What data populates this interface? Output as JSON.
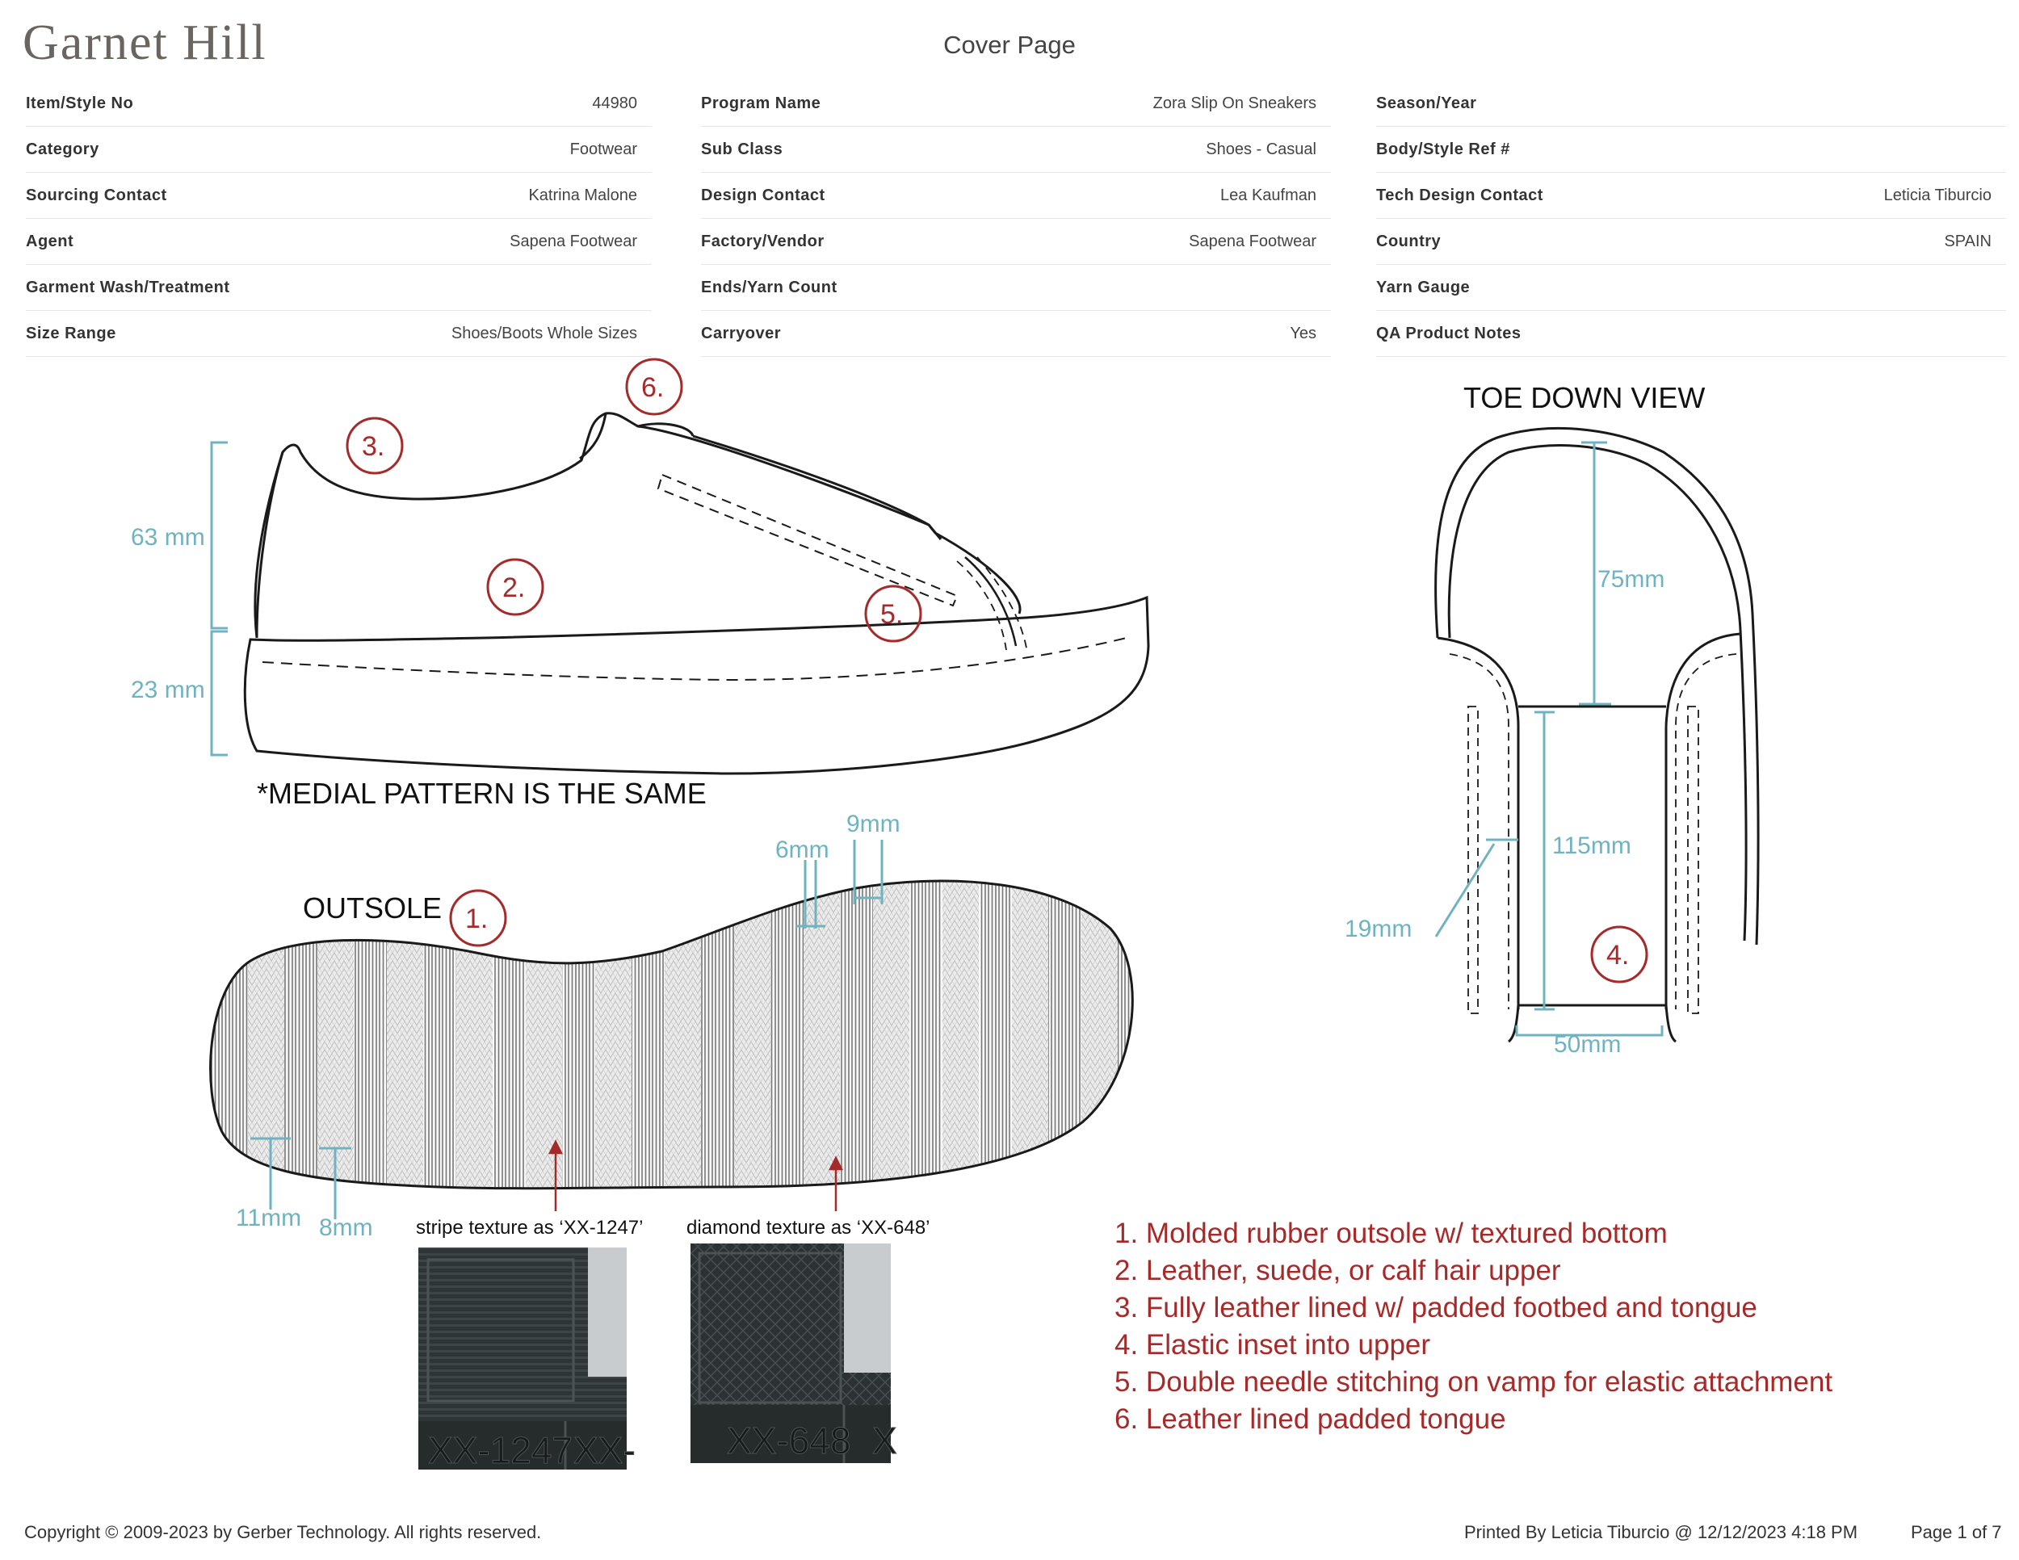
{
  "header": {
    "brand": "Garnet Hill",
    "title": "Cover Page"
  },
  "info": {
    "col1": [
      {
        "label": "Item/Style No",
        "value": "44980"
      },
      {
        "label": "Category",
        "value": "Footwear"
      },
      {
        "label": "Sourcing Contact",
        "value": "Katrina Malone"
      },
      {
        "label": "Agent",
        "value": "Sapena Footwear"
      },
      {
        "label": "Garment Wash/Treatment",
        "value": ""
      },
      {
        "label": "Size Range",
        "value": "Shoes/Boots Whole Sizes"
      }
    ],
    "col2": [
      {
        "label": "Program Name",
        "value": "Zora Slip On Sneakers"
      },
      {
        "label": "Sub Class",
        "value": "Shoes - Casual"
      },
      {
        "label": "Design Contact",
        "value": "Lea Kaufman"
      },
      {
        "label": "Factory/Vendor",
        "value": "Sapena Footwear"
      },
      {
        "label": "Ends/Yarn Count",
        "value": ""
      },
      {
        "label": "Carryover",
        "value": "Yes"
      }
    ],
    "col3": [
      {
        "label": "Season/Year",
        "value": ""
      },
      {
        "label": "Body/Style Ref #",
        "value": ""
      },
      {
        "label": "Tech Design Contact",
        "value": "Leticia Tiburcio"
      },
      {
        "label": "Country",
        "value": "SPAIN"
      },
      {
        "label": "Yarn Gauge",
        "value": ""
      },
      {
        "label": "QA Product Notes",
        "value": ""
      }
    ]
  },
  "drawing": {
    "side_height_upper": "63 mm",
    "side_height_sole": "23 mm",
    "medial_note": "*MEDIAL PATTERN IS THE SAME",
    "toe_view_title": "TOE DOWN VIEW",
    "toe_75": "75mm",
    "toe_115": "115mm",
    "toe_19": "19mm",
    "toe_50": "50mm",
    "outsole_title": "OUTSOLE",
    "outsole_6": "6mm",
    "outsole_9": "9mm",
    "outsole_11": "11mm",
    "outsole_8": "8mm",
    "stripe_caption": "stripe texture as ‘XX-1247’",
    "diamond_caption": "diamond texture as ‘XX-648’",
    "stripe_code": "XX-1247",
    "stripe_code2": "XX-",
    "diamond_code": "XX-648",
    "diamond_code2": "X",
    "callouts": [
      "1.",
      "2.",
      "3.",
      "4.",
      "5.",
      "6."
    ]
  },
  "notes": [
    "1. Molded rubber outsole w/ textured bottom",
    "2. Leather, suede, or calf hair upper",
    "3. Fully leather lined w/ padded footbed and tongue",
    "4. Elastic inset into upper",
    "5. Double needle stitching on vamp for elastic attachment",
    "6. Leather lined padded tongue"
  ],
  "footer": {
    "copyright": "Copyright © 2009-2023 by Gerber Technology. All rights reserved.",
    "printed": "Printed By Leticia Tiburcio @ 12/12/2023 4:18 PM",
    "page": "Page 1 of 7"
  },
  "colors": {
    "measure": "#6fb3c0",
    "callout": "#a52a2a",
    "brand": "#6b6560"
  }
}
